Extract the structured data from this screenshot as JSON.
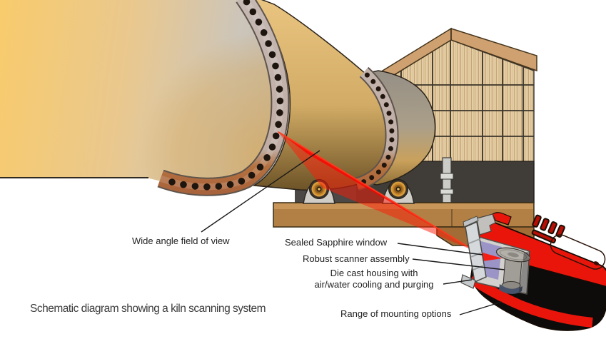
{
  "caption": "Schematic diagram showing a kiln scanning system",
  "labels": {
    "wide_angle": "Wide angle field of view",
    "sapphire_window": "Sealed Sapphire window",
    "scanner_assembly": "Robust scanner assembly",
    "die_cast_housing": "Die cast housing with\nair/water cooling and purging",
    "mounting_options": "Range of mounting options"
  },
  "colors": {
    "beam_red": "#ff1a05",
    "scanner_red": "#e9150b",
    "scanner_body_black": "#0d0c0b",
    "kiln_yellow": "#f8cb6c",
    "kiln_face_gray": "#c6bfb3",
    "flange_gray": "#c2b6b0",
    "flange_shadow_brown": "#b0703d",
    "building_wall_tan": "#e4cca3",
    "roof_tan": "#d0a170",
    "plinth_dark": "#403d38",
    "wood_base_brown": "#b28044",
    "roller_gold": "#d99c3a",
    "sapphire_gray": "#d6d9db"
  }
}
